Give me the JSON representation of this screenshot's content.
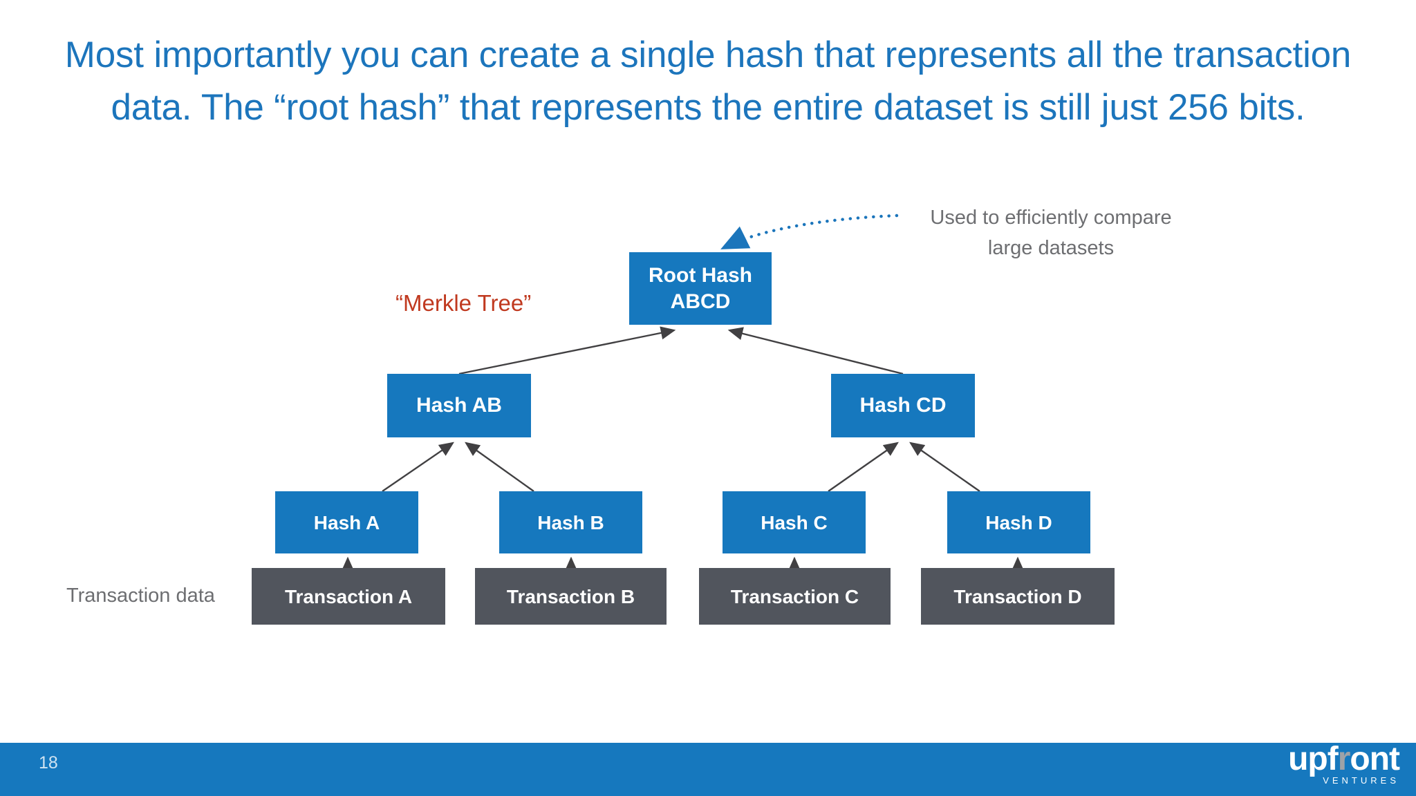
{
  "slide": {
    "title_line1": "Most importantly you can create a single hash that represents all the transaction",
    "title_line2": "data. The “root hash” that represents the entire dataset is still just 256 bits.",
    "title_color": "#1c75bc",
    "background_color": "#ffffff"
  },
  "diagram": {
    "type": "merkle-tree",
    "node_blue": "#1678be",
    "node_gray": "#51555d",
    "connector_color": "#414042",
    "root": {
      "line1": "Root Hash",
      "line2": "ABCD"
    },
    "intermediate": [
      {
        "label": "Hash AB"
      },
      {
        "label": "Hash CD"
      }
    ],
    "leaf_hashes": [
      {
        "label": "Hash A"
      },
      {
        "label": "Hash B"
      },
      {
        "label": "Hash C"
      },
      {
        "label": "Hash D"
      }
    ],
    "transactions": [
      {
        "label": "Transaction A"
      },
      {
        "label": "Transaction B"
      },
      {
        "label": "Transaction C"
      },
      {
        "label": "Transaction D"
      }
    ],
    "merkle_label": "“Merkle Tree”",
    "merkle_label_color": "#c0391f",
    "transaction_data_label": "Transaction data",
    "transaction_data_label_color": "#6d6e71",
    "callout": {
      "line1": "Used to efficiently compare",
      "line2": "large datasets",
      "color": "#6d6e71",
      "arrow_color": "#1b75bb",
      "arrow_style": "dotted-curved"
    }
  },
  "footer": {
    "bar_color": "#1678be",
    "page_number": "18",
    "logo_pre": "upf",
    "logo_r": "r",
    "logo_post": "ont",
    "logo_subtitle": "VENTURES"
  }
}
